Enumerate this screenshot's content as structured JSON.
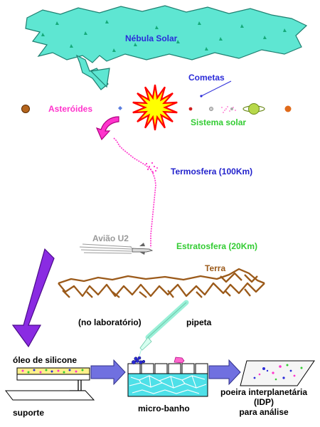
{
  "colors": {
    "nebula_fill": "#5ee6d2",
    "nebula_label": "#2b2bd9",
    "comet_label": "#2b2bd9",
    "asteroid_label": "#ff33cc",
    "sun_fill": "#ffff00",
    "sun_outline": "#ff0000",
    "solar_system_label": "#33cc33",
    "trail": "#ff33cc",
    "thermosphere_label": "#2222cc",
    "plane_label": "#999999",
    "stratosphere_label": "#33cc33",
    "earth": "#9b5a1a",
    "earth_label": "#9b5a1a",
    "big_arrow": "#8a2be2",
    "bath": "#4ee0e8",
    "flow_arrow": "#7070e0",
    "text": "#000000"
  },
  "labels": {
    "nebula": "Nébula Solar",
    "comets": "Cometas",
    "asteroids": "Asteróides",
    "solar_system": "Sistema solar",
    "thermosphere": "Termosfera (100Km)",
    "plane": "Avião U2",
    "stratosphere": "Estratosfera (20Km)",
    "earth": "Terra",
    "lab": "(no laboratório)",
    "pipette": "pipeta",
    "silicone_oil": "óleo de silicone",
    "support": "suporte",
    "micro_bath": "micro-banho",
    "idp_line1": "poeira interplanetária",
    "idp_line2": "(IDP)",
    "idp_line3": "para análise"
  }
}
